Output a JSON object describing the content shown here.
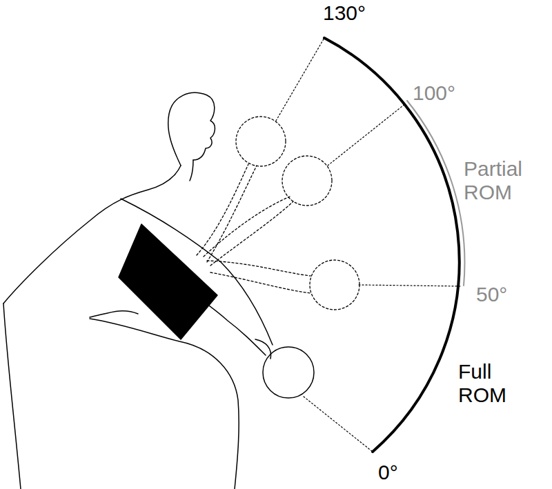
{
  "diagram": {
    "labels": [
      "130°",
      "100°",
      "Partial ROM",
      "50°",
      "Full ROM",
      "0°"
    ]
  }
}
